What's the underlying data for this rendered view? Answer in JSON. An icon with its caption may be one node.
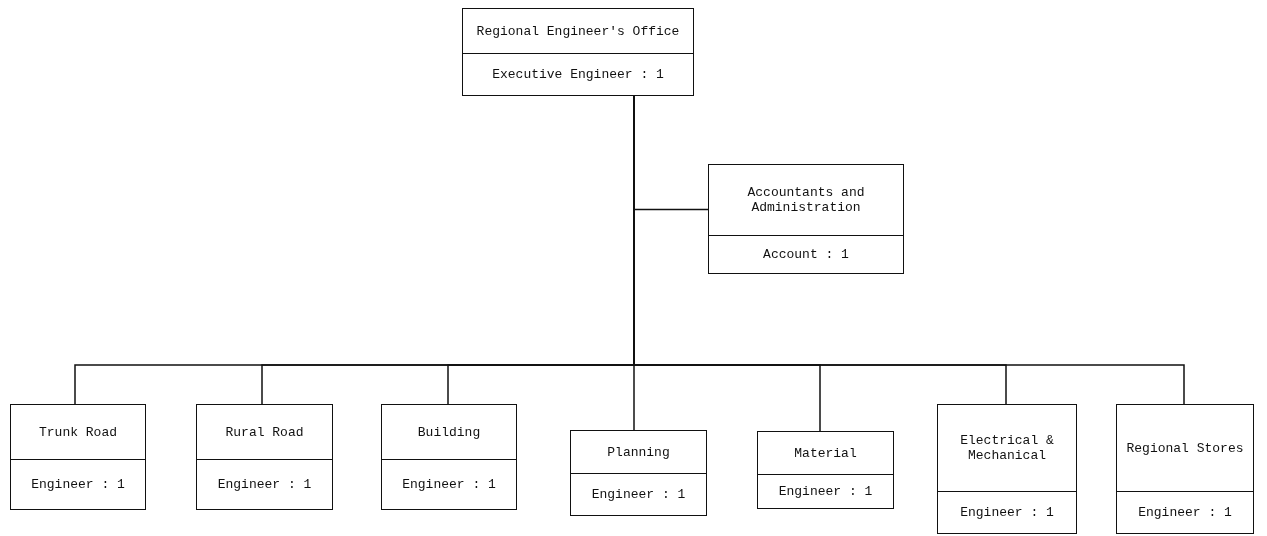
{
  "diagram": {
    "nodes": [
      {
        "text": [
          "Regional Engineer's Office",
          "Executive Engineer : 1"
        ]
      },
      {
        "text": [
          "Accountants and Administration",
          "Account : 1"
        ]
      },
      {
        "text": [
          "Trunk Road",
          "Engineer : 1"
        ]
      },
      {
        "text": [
          "Rural Road",
          "Engineer : 1"
        ]
      },
      {
        "text": [
          "Building",
          "Engineer : 1"
        ]
      },
      {
        "text": [
          "Planning",
          "Engineer : 1"
        ]
      },
      {
        "text": [
          "Material",
          "Engineer : 1"
        ]
      },
      {
        "text": [
          "Electrical & Mechanical",
          "Engineer : 1"
        ]
      },
      {
        "text": [
          "Regional Stores",
          "Engineer : 1"
        ]
      }
    ],
    "edges": [
      {
        "from": 0,
        "to": 1,
        "arrow": "none"
      },
      {
        "from": 0,
        "to": 2,
        "arrow": "none"
      },
      {
        "from": 0,
        "to": 3,
        "arrow": "none"
      },
      {
        "from": 0,
        "to": 4,
        "arrow": "none"
      },
      {
        "from": 0,
        "to": 5,
        "arrow": "none"
      },
      {
        "from": 0,
        "to": 6,
        "arrow": "none"
      },
      {
        "from": 0,
        "to": 7,
        "arrow": "none"
      },
      {
        "from": 0,
        "to": 8,
        "arrow": "none"
      }
    ]
  }
}
